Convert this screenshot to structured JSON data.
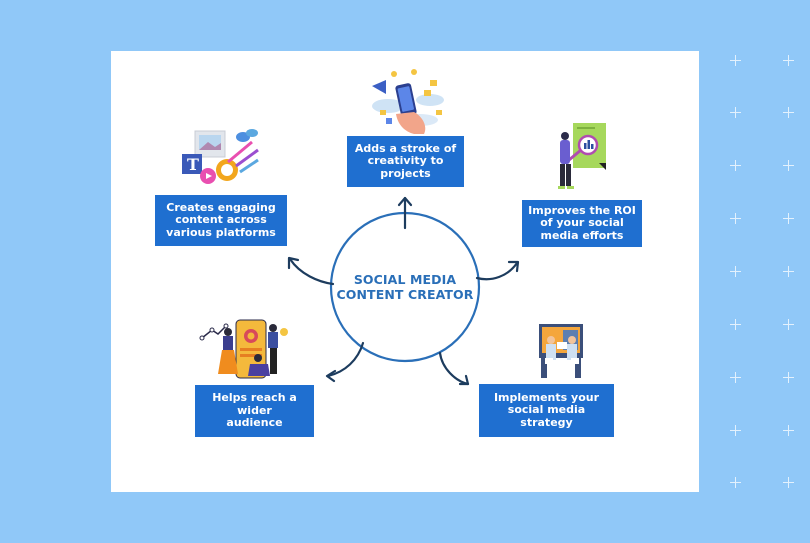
{
  "diagram": {
    "center": {
      "label": "SOCIAL MEDIA CONTENT CREATOR",
      "line1": "SOCIAL MEDIA",
      "line2": "CONTENT CREATOR"
    },
    "nodes": [
      {
        "id": "top",
        "label": "Adds a stroke of creativity to projects",
        "illustration": "smartphone-social-icon"
      },
      {
        "id": "left",
        "label": "Creates engaging content across various platforms",
        "illustration": "content-creation-icon"
      },
      {
        "id": "right",
        "label": "Improves the ROI of your social media efforts",
        "illustration": "analytics-magnifier-icon"
      },
      {
        "id": "bottom-left",
        "label": "Helps reach a wider audience",
        "illustration": "audience-growth-icon"
      },
      {
        "id": "bottom-right",
        "label": "Implements your social media strategy",
        "illustration": "strategy-meeting-icon"
      }
    ]
  },
  "colors": {
    "background": "#90c8f8",
    "card": "#ffffff",
    "box": "#1f6fd0",
    "box_text": "#ffffff",
    "circle": "#2a6fb8",
    "center_text": "#2a6fb8",
    "arrow": "#1d3c5e",
    "plus_marks": "#e3f1fd"
  }
}
